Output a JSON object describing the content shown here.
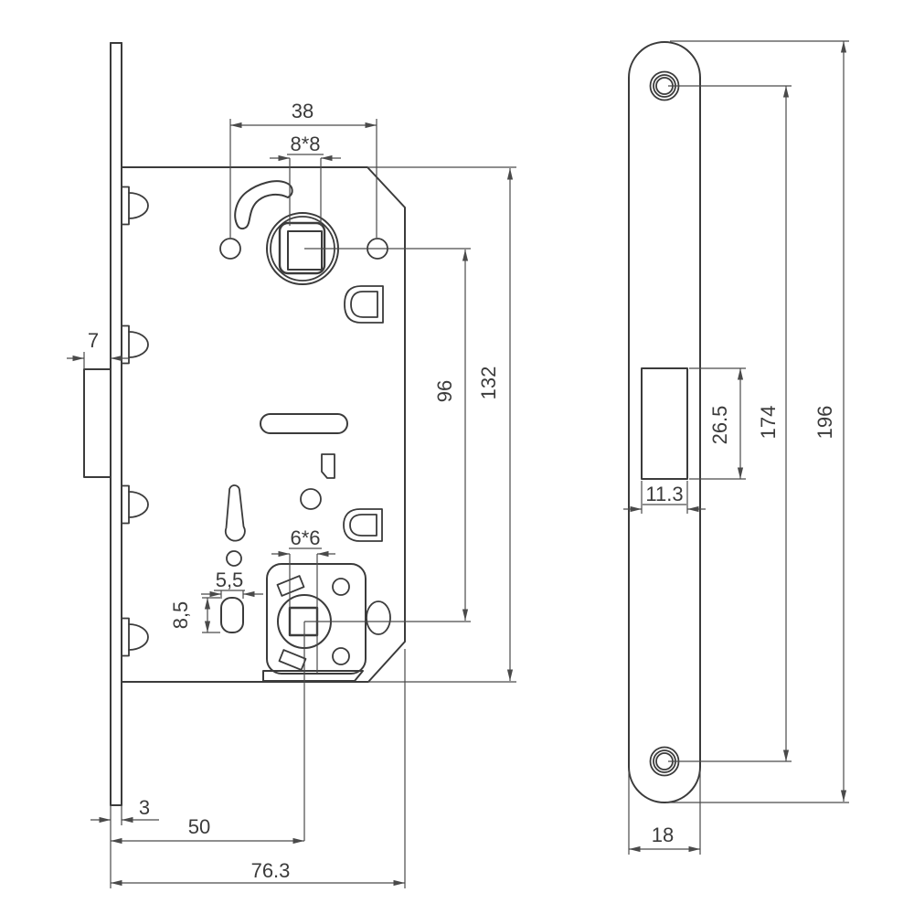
{
  "drawing": {
    "background": "#ffffff",
    "line_color": "#3b3b3b",
    "views": {
      "side_view_name": "lock-case-side-view",
      "faceplate_view_name": "faceplate-front-view"
    },
    "dims": {
      "hole_spacing_top": "38",
      "spindle_square": "8*8",
      "latch_protrusion": "7",
      "handle_to_cylinder": "96",
      "body_height": "132",
      "lower_square": "6*6",
      "slot_width": "5,5",
      "slot_height": "8,5",
      "faceplate_thickness": "3",
      "backset": "50",
      "body_depth": "76.3",
      "cutout_height": "26.5",
      "cutout_width": "11.3",
      "screw_spacing": "174",
      "faceplate_height": "196",
      "faceplate_width": "18"
    }
  }
}
